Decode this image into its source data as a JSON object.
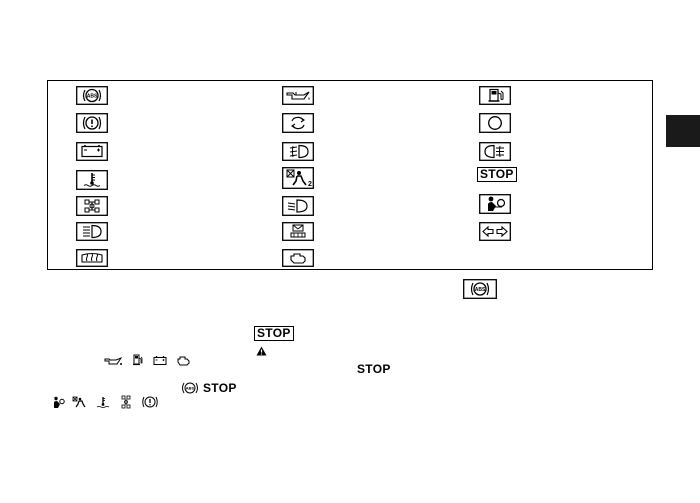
{
  "table": {
    "rows": [
      [
        "abs-warning-icon",
        "oil-pressure-icon",
        "low-fuel-icon"
      ],
      [
        "brake-warning-icon",
        "automatic-transmission-icon",
        "blank-indicator-icon"
      ],
      [
        "charge-warning-icon",
        "front-fog-light-icon",
        "rear-fog-light-icon"
      ],
      [
        "coolant-temperature-icon",
        "seatbelt-srs-icon",
        "master-warning-stop"
      ],
      [
        "awd-4wd-icon",
        "low-beam-icon",
        "airbag-icon"
      ],
      [
        "high-beam-icon",
        "tpms-icon",
        "turn-signal-icon"
      ],
      [
        "rear-defrost-icon",
        "check-engine-icon",
        ""
      ]
    ],
    "stop_label": "STOP"
  },
  "body": {
    "stop_label_1": "STOP",
    "stop_label_2": "STOP",
    "stop_label_3": "STOP"
  }
}
